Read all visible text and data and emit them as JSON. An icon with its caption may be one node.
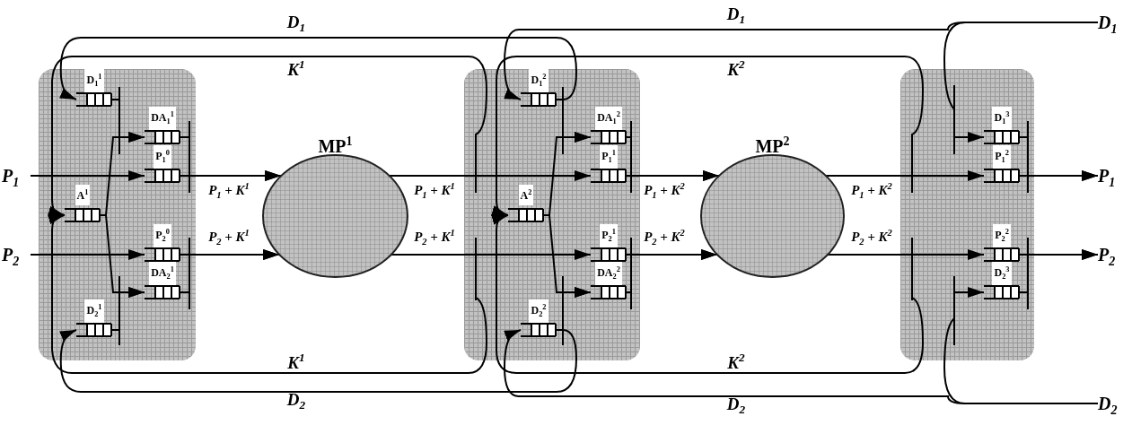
{
  "diagram": {
    "nodes": [
      {
        "text": [],
        "shape": "box"
      },
      {
        "text": [
          "D$_{1}$$^{1}$"
        ],
        "in": 0
      },
      {
        "text": [
          "DA$_{1}$$^{1}$"
        ],
        "in": 0
      },
      {
        "text": [
          "P$_{1}$$^{0}$"
        ],
        "in": 0
      },
      {
        "text": [
          "A$^{1}$"
        ],
        "in": 0
      },
      {
        "text": [
          "P$_{2}$$^{0}$"
        ],
        "in": 0
      },
      {
        "text": [
          "DA$_{2}$$^{1}$"
        ],
        "in": 0
      },
      {
        "text": [
          "D$_{2}$$^{1}$"
        ],
        "in": 0
      },
      {
        "text": [
          "MP$^{1}$"
        ]
      },
      {
        "text": [],
        "shape": "box"
      },
      {
        "text": [
          "D$_{1}$$^{2}$"
        ],
        "in": 9
      },
      {
        "text": [
          "DA$_{1}$$^{2}$"
        ],
        "in": 9
      },
      {
        "text": [
          "P$_{1}$$^{1}$"
        ],
        "in": 9
      },
      {
        "text": [
          "A$^{2}$"
        ],
        "in": 9
      },
      {
        "text": [
          "P$_{2}$$^{1}$"
        ],
        "in": 9
      },
      {
        "text": [
          "DA$_{2}$$^{2}$"
        ],
        "in": 9
      },
      {
        "text": [
          "D$_{2}$$^{2}$"
        ],
        "in": 9
      },
      {
        "text": [
          "MP$^{2}$"
        ]
      },
      {
        "text": [],
        "shape": "box"
      },
      {
        "text": [
          "D$_{1}$$^{3}$"
        ],
        "in": 18
      },
      {
        "text": [
          "P$_{1}$$^{2}$"
        ],
        "in": 18
      },
      {
        "text": [
          "P$_{2}$$^{2}$"
        ],
        "in": 18
      },
      {
        "text": [
          "D$_{2}$$^{3}$"
        ],
        "in": 18
      },
      {
        "text": [
          "P$_{1}$"
        ]
      },
      {
        "text": [
          "P$_{2}$"
        ]
      },
      {
        "text": [
          "P$_{1}$"
        ]
      },
      {
        "text": [
          "P$_{2}$"
        ]
      },
      {
        "text": [
          "D$_{1}$"
        ]
      },
      {
        "text": [
          "D$_{2}$"
        ]
      }
    ],
    "edges": [
      {
        "from": 23,
        "to": 3,
        "arrow": "to"
      },
      {
        "from": 24,
        "to": 5,
        "arrow": "to"
      },
      {
        "from": 4,
        "to": 2,
        "arrow": "to"
      },
      {
        "from": 4,
        "to": 6,
        "arrow": "to"
      },
      {
        "from": 1,
        "to": 2,
        "arrow": "to"
      },
      {
        "from": 7,
        "to": 6,
        "arrow": "to"
      },
      {
        "from": 3,
        "to": 8,
        "arrow": "to",
        "label": "P$_{1}$ + K$^{1}$"
      },
      {
        "from": 2,
        "to": 8,
        "arrow": "to"
      },
      {
        "from": 5,
        "to": 8,
        "arrow": "to",
        "label": "P$_{2}$ + K$^{1}$"
      },
      {
        "from": 6,
        "to": 8,
        "arrow": "to"
      },
      {
        "from": 8,
        "to": 12,
        "arrow": "to",
        "label": "P$_{1}$ + K$^{1}$"
      },
      {
        "from": 8,
        "to": 4,
        "arrow": "to",
        "label": "K$^{1}$"
      },
      {
        "from": 8,
        "to": 14,
        "arrow": "to",
        "label": "P$_{2}$ + K$^{1}$"
      },
      {
        "from": 8,
        "to": 4,
        "arrow": "to",
        "label": "K$^{1}$"
      },
      {
        "from": 13,
        "to": 11,
        "arrow": "to"
      },
      {
        "from": 13,
        "to": 15,
        "arrow": "to"
      },
      {
        "from": 10,
        "to": 11,
        "arrow": "to"
      },
      {
        "from": 16,
        "to": 15,
        "arrow": "to"
      },
      {
        "from": 10,
        "to": 1,
        "arrow": "to",
        "label": "D$_{1}$"
      },
      {
        "from": 16,
        "to": 7,
        "arrow": "to",
        "label": "D$_{2}$"
      },
      {
        "from": 12,
        "to": 17,
        "arrow": "to",
        "label": "P$_{1}$ + K$^{2}$"
      },
      {
        "from": 11,
        "to": 17,
        "arrow": "to"
      },
      {
        "from": 14,
        "to": 17,
        "arrow": "to",
        "label": "P$_{2}$ + K$^{2}$"
      },
      {
        "from": 15,
        "to": 17,
        "arrow": "to"
      },
      {
        "from": 17,
        "to": 20,
        "arrow": "to",
        "label": "P$_{1}$ + K$^{2}$"
      },
      {
        "from": 17,
        "to": 13,
        "arrow": "to",
        "label": "K$^{2}$"
      },
      {
        "from": 17,
        "to": 21,
        "arrow": "to",
        "label": "P$_{2}$ + K$^{2}$"
      },
      {
        "from": 17,
        "to": 13,
        "arrow": "to",
        "label": "K$^{2}$"
      },
      {
        "from": 27,
        "to": 19,
        "arrow": "to"
      },
      {
        "from": 27,
        "to": 10,
        "arrow": "to",
        "label": "D$_{1}$"
      },
      {
        "from": 28,
        "to": 22,
        "arrow": "to"
      },
      {
        "from": 28,
        "to": 16,
        "arrow": "to",
        "label": "D$_{2}$"
      },
      {
        "from": 20,
        "to": 25,
        "arrow": "to"
      },
      {
        "from": 19,
        "to": 25,
        "arrow": "to"
      },
      {
        "from": 21,
        "to": 26,
        "arrow": "to"
      },
      {
        "from": 22,
        "to": 26,
        "arrow": "to"
      }
    ]
  }
}
